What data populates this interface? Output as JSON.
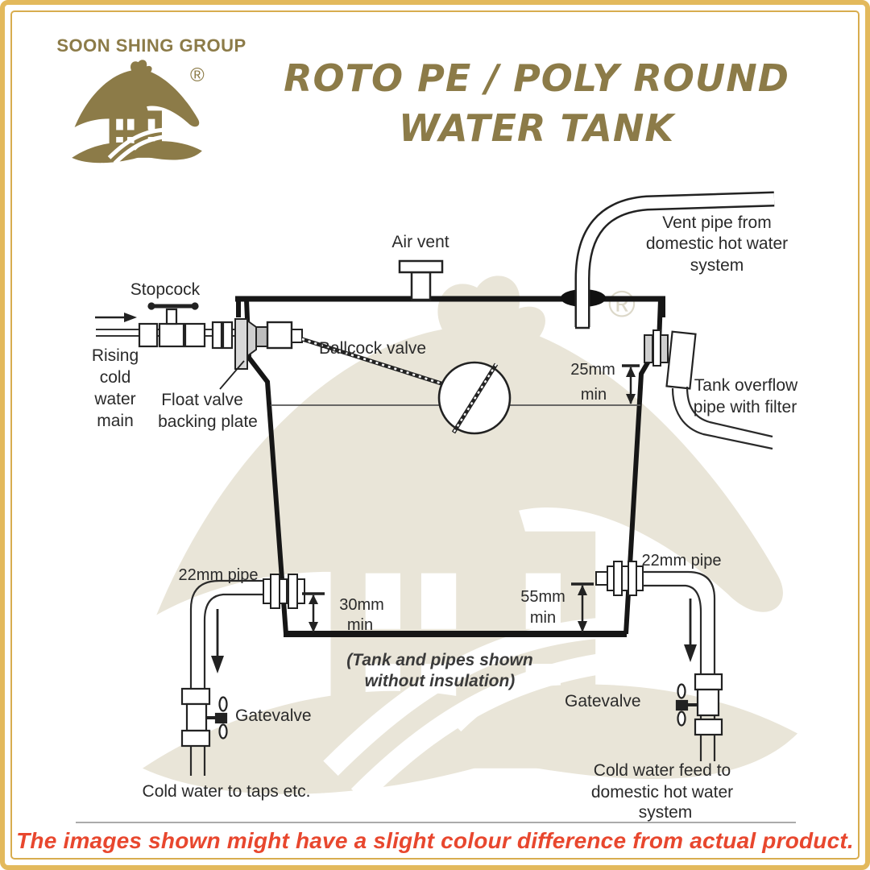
{
  "brand": {
    "name": "SOON SHING GROUP",
    "registered": "®"
  },
  "title": {
    "line1": "ROTO PE / POLY ROUND",
    "line2": "WATER TANK"
  },
  "diagram": {
    "air_vent": "Air vent",
    "vent_pipe": [
      "Vent pipe from",
      "domestic hot water",
      "system"
    ],
    "stopcock": "Stopcock",
    "rising_main": [
      "Rising",
      "cold",
      "water",
      "main"
    ],
    "float_valve": [
      "Float valve",
      "backing plate"
    ],
    "ballcock_valve": "Ballcock valve",
    "dim_25": [
      "25mm",
      "min"
    ],
    "overflow": [
      "Tank overflow",
      "pipe with filter"
    ],
    "pipe_22_left": "22mm pipe",
    "pipe_22_right": "22mm pipe",
    "dim_30": [
      "30mm",
      "min"
    ],
    "dim_55": [
      "55mm",
      "min"
    ],
    "note": [
      "(Tank and pipes shown",
      "without insulation)"
    ],
    "gatevalve_left": "Gatevalve",
    "gatevalve_right": "Gatevalve",
    "cold_water_taps": "Cold water to taps etc.",
    "cold_feed": [
      "Cold water feed to",
      "domestic hot water",
      "system"
    ],
    "registered_mark": "®"
  },
  "footer": {
    "disclaimer": "The images shown might have a slight colour difference from actual product."
  },
  "colors": {
    "brand_gold": "#8C7B48",
    "border_gold": "#E3B95C",
    "border_gold_inner": "#D8AC4E",
    "disclaimer_red": "#E8472E",
    "watermark": "#E9E5D8",
    "line_black": "#1C1C1C"
  }
}
